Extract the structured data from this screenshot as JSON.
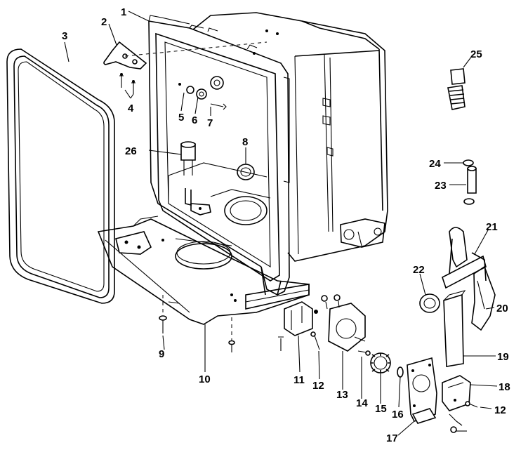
{
  "diagram": {
    "callouts": [
      {
        "id": "c1",
        "text": "1"
      },
      {
        "id": "c2",
        "text": "2"
      },
      {
        "id": "c3",
        "text": "3"
      },
      {
        "id": "c4",
        "text": "4"
      },
      {
        "id": "c5",
        "text": "5"
      },
      {
        "id": "c6",
        "text": "6"
      },
      {
        "id": "c7",
        "text": "7"
      },
      {
        "id": "c8",
        "text": "8"
      },
      {
        "id": "c9",
        "text": "9"
      },
      {
        "id": "c10",
        "text": "10"
      },
      {
        "id": "c11",
        "text": "11"
      },
      {
        "id": "c12a",
        "text": "12"
      },
      {
        "id": "c12b",
        "text": "12"
      },
      {
        "id": "c13",
        "text": "13"
      },
      {
        "id": "c14",
        "text": "14"
      },
      {
        "id": "c15",
        "text": "15"
      },
      {
        "id": "c16",
        "text": "16"
      },
      {
        "id": "c17",
        "text": "17"
      },
      {
        "id": "c18",
        "text": "18"
      },
      {
        "id": "c19",
        "text": "19"
      },
      {
        "id": "c20",
        "text": "20"
      },
      {
        "id": "c21",
        "text": "21"
      },
      {
        "id": "c22",
        "text": "22"
      },
      {
        "id": "c23",
        "text": "23"
      },
      {
        "id": "c24",
        "text": "24"
      },
      {
        "id": "c25",
        "text": "25"
      },
      {
        "id": "c26",
        "text": "26"
      }
    ]
  }
}
